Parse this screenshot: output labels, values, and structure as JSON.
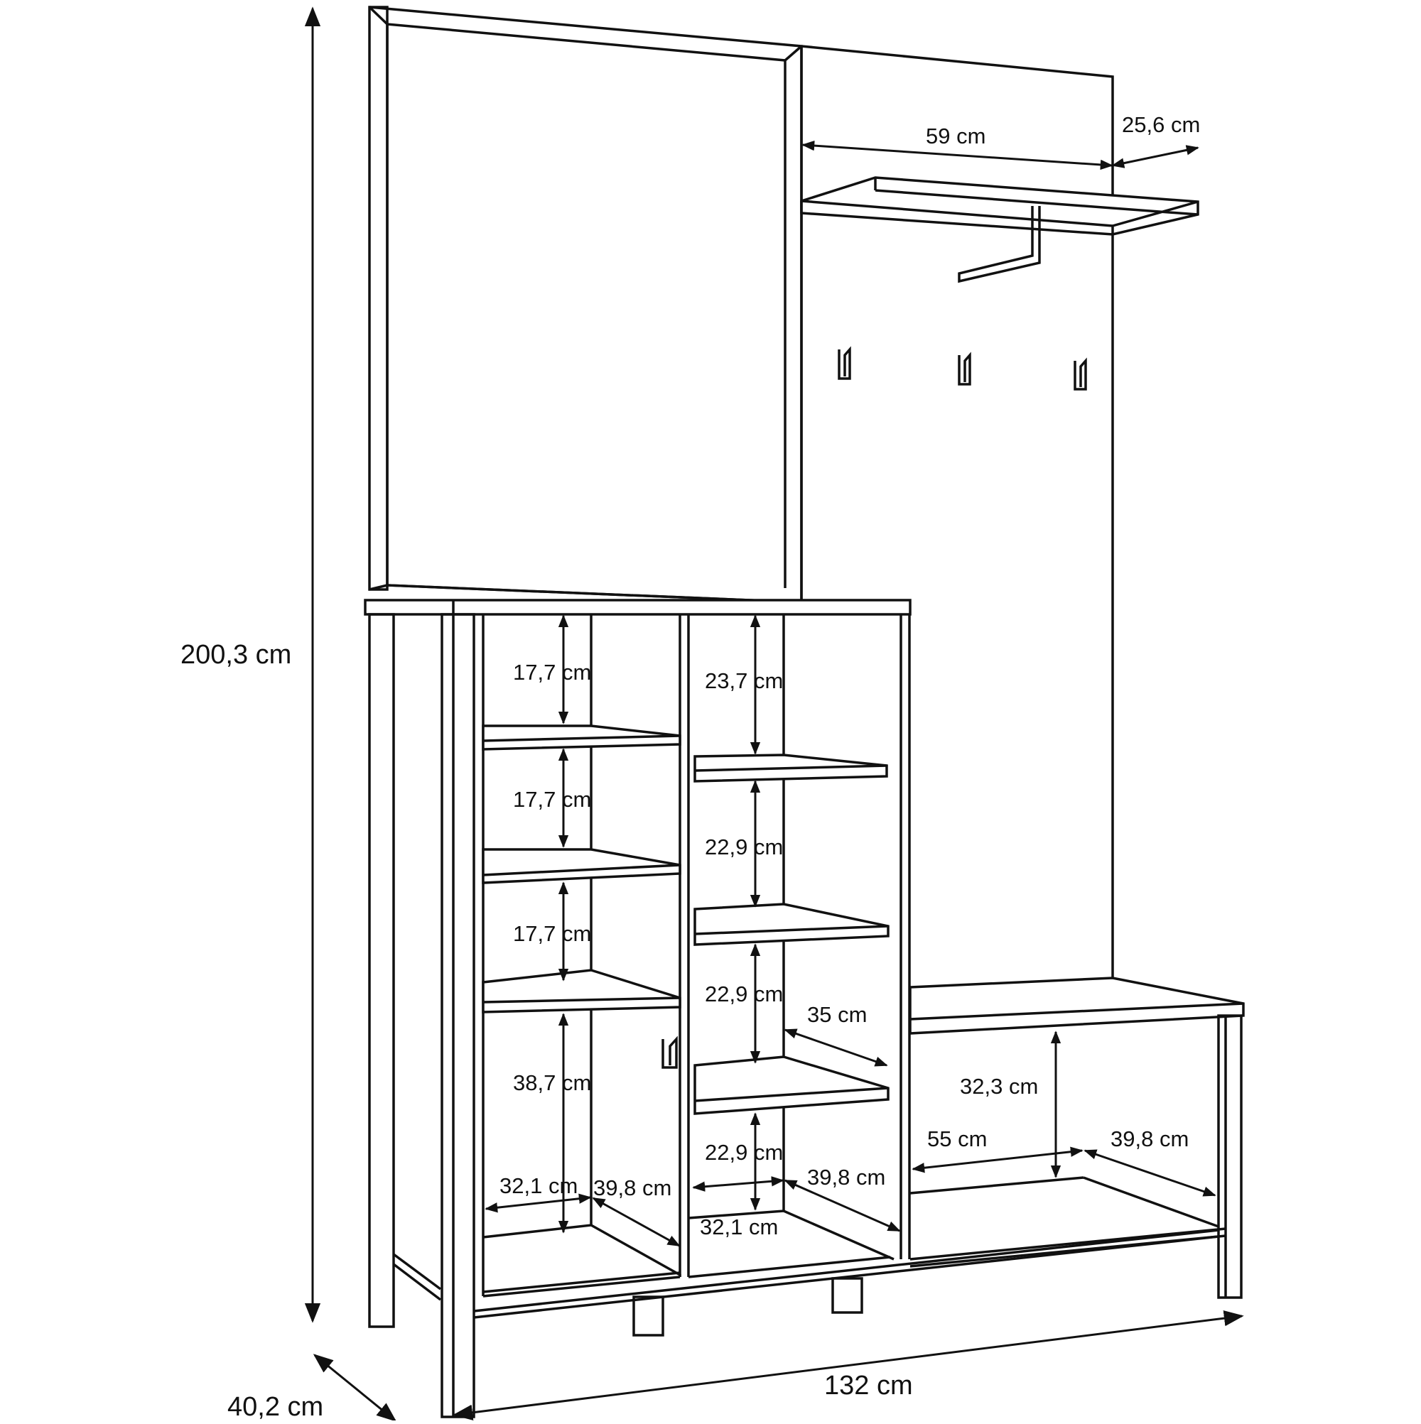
{
  "colors": {
    "line": "#111111",
    "background": "#ffffff"
  },
  "dimensions": {
    "overall_height": "200,3 cm",
    "overall_depth": "40,2 cm",
    "overall_width": "132 cm",
    "top_shelf_width": "59 cm",
    "top_shelf_depth": "25,6 cm",
    "left_upper_1": "17,7 cm",
    "left_upper_2": "17,7 cm",
    "left_upper_3": "17,7 cm",
    "left_lower": "38,7 cm",
    "left_inner_width": "32,1 cm",
    "left_inner_depth": "39,8 cm",
    "mid_1": "23,7 cm",
    "mid_2": "22,9 cm",
    "mid_3": "22,9 cm",
    "mid_4": "22,9 cm",
    "mid_shelf_depth": "35 cm",
    "mid_inner_depth": "39,8 cm",
    "mid_inner_width": "32,1 cm",
    "bench_height": "32,3 cm",
    "bench_width": "55 cm",
    "bench_depth": "39,8 cm"
  }
}
